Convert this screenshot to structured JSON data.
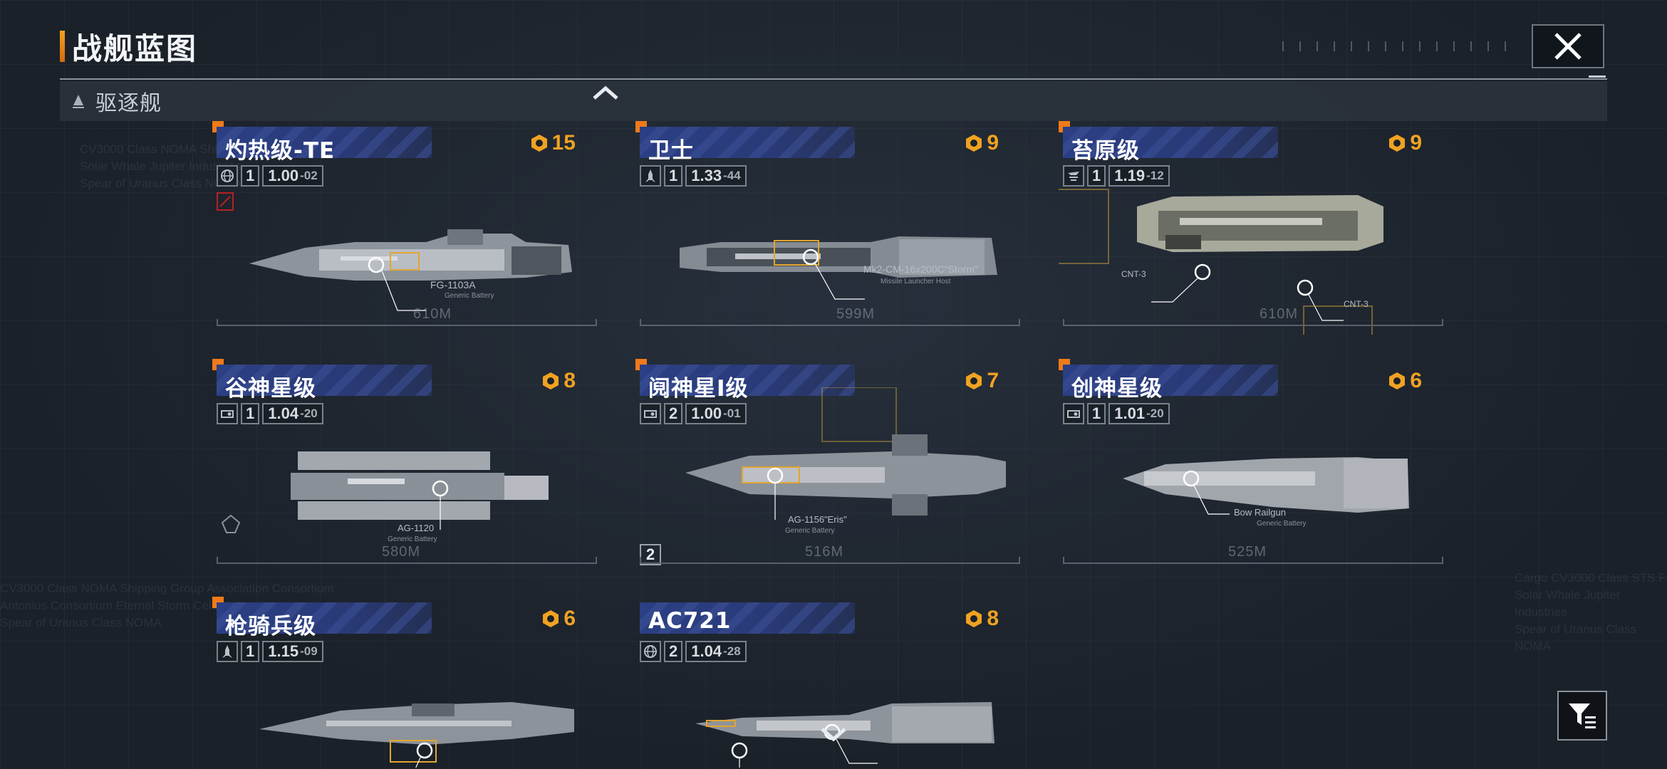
{
  "header": {
    "title": "战舰蓝图",
    "close_icon": "close-icon"
  },
  "category": {
    "label": "驱逐舰",
    "icon": "triangle-up-icon"
  },
  "colors": {
    "accent_orange": "#f07a1a",
    "count_gold": "#f0a222",
    "name_bar_blue": "#2b3f84",
    "background": "#1b2129"
  },
  "cards": [
    {
      "name": "灼热级-TE",
      "count": "15",
      "stat_type_icon": "globe-icon",
      "stat_level": "1",
      "stat_value": "1.00",
      "stat_sub": "-02",
      "length": "610M",
      "callout": "FG-1103A",
      "callout_sub": "Generic Battery"
    },
    {
      "name": "卫士",
      "count": "9",
      "stat_type_icon": "missile-icon",
      "stat_level": "1",
      "stat_value": "1.33",
      "stat_sub": "-44",
      "length": "599M",
      "callout": "Mk2-CM-16x200C\"Storm\"",
      "callout_sub": "Missile Launcher Host"
    },
    {
      "name": "苔原级",
      "count": "9",
      "stat_type_icon": "speed-icon",
      "stat_level": "1",
      "stat_value": "1.19",
      "stat_sub": "-12",
      "length": "610M",
      "callout": "CNT-3",
      "callout_sub": "",
      "callout2": "CNT-3"
    },
    {
      "name": "谷神星级",
      "count": "8",
      "stat_type_icon": "hangar-icon",
      "stat_level": "1",
      "stat_value": "1.04",
      "stat_sub": "-20",
      "length": "580M",
      "callout": "AG-1120",
      "callout_sub": "Generic Battery"
    },
    {
      "name": "阋神星I级",
      "count": "7",
      "stat_type_icon": "hangar-icon",
      "stat_level": "2",
      "stat_value": "1.00",
      "stat_sub": "-01",
      "length": "516M",
      "callout": "AG-1156\"Eris\"",
      "callout_sub": "Generic Battery"
    },
    {
      "name": "创神星级",
      "count": "6",
      "stat_type_icon": "hangar-icon",
      "stat_level": "1",
      "stat_value": "1.01",
      "stat_sub": "-20",
      "length": "525M",
      "callout": "Bow Railgun",
      "callout_sub": "Generic Battery"
    },
    {
      "name": "枪骑兵级",
      "count": "6",
      "stat_type_icon": "missile-icon",
      "stat_level": "1",
      "stat_value": "1.15",
      "stat_sub": "-09",
      "length": "",
      "callout": "",
      "callout_sub": ""
    },
    {
      "name": "AC721",
      "count": "8",
      "stat_type_icon": "globe-icon",
      "stat_level": "2",
      "stat_value": "1.04",
      "stat_sub": "-28",
      "length": "",
      "callout": "",
      "callout_sub": ""
    }
  ],
  "badges": {
    "card5_number": "2"
  },
  "controls": {
    "scroll_up_icon": "chevron-up-icon",
    "scroll_down_icon": "chevron-down-icon",
    "filter_icon": "filter-icon"
  }
}
